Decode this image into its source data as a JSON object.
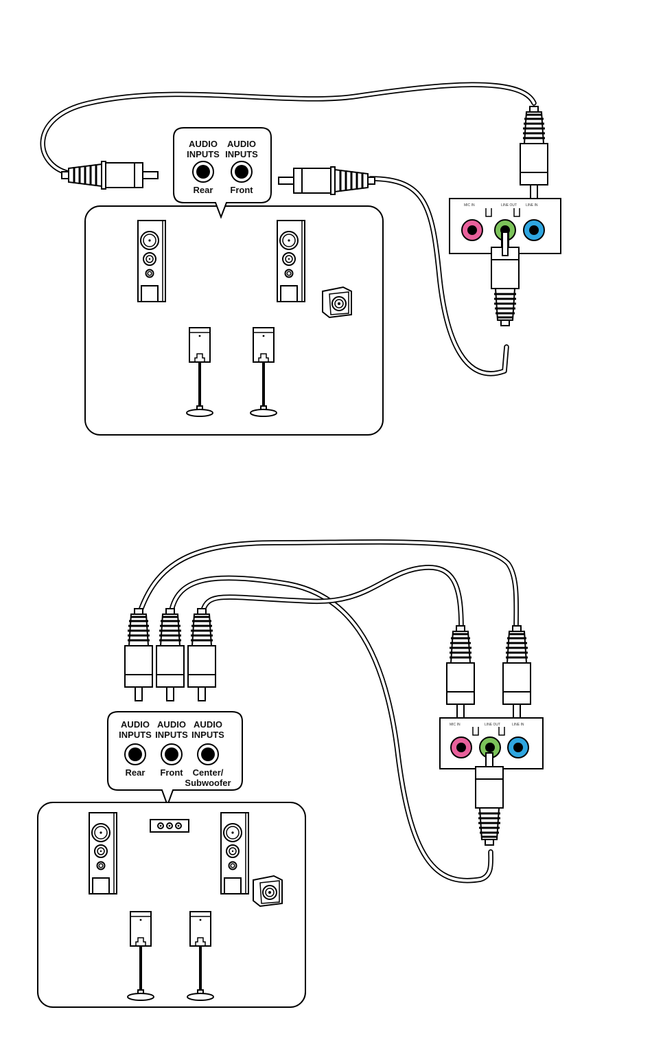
{
  "colors": {
    "mic_in": "#e9619c",
    "line_out": "#7cc35a",
    "line_in": "#2fa6e0"
  },
  "top_panel": {
    "inputs": [
      {
        "line1": "AUDIO",
        "line2": "INPUTS",
        "name": "Rear"
      },
      {
        "line1": "AUDIO",
        "line2": "INPUTS",
        "name": "Front"
      }
    ]
  },
  "bottom_panel": {
    "inputs": [
      {
        "line1": "AUDIO",
        "line2": "INPUTS",
        "name": "Rear"
      },
      {
        "line1": "AUDIO",
        "line2": "INPUTS",
        "name": "Front"
      },
      {
        "line1": "AUDIO",
        "line2": "INPUTS",
        "name": "Center/",
        "name2": "Subwoofer"
      }
    ]
  },
  "io_labels": {
    "mic_in": "MIC IN",
    "line_out": "LINE OUT",
    "line_in": "LINE IN"
  },
  "icons": [
    "audio-jack-icon",
    "speaker-tower-icon",
    "satellite-speaker-icon",
    "center-speaker-icon",
    "subwoofer-icon",
    "rca-plug-icon"
  ]
}
